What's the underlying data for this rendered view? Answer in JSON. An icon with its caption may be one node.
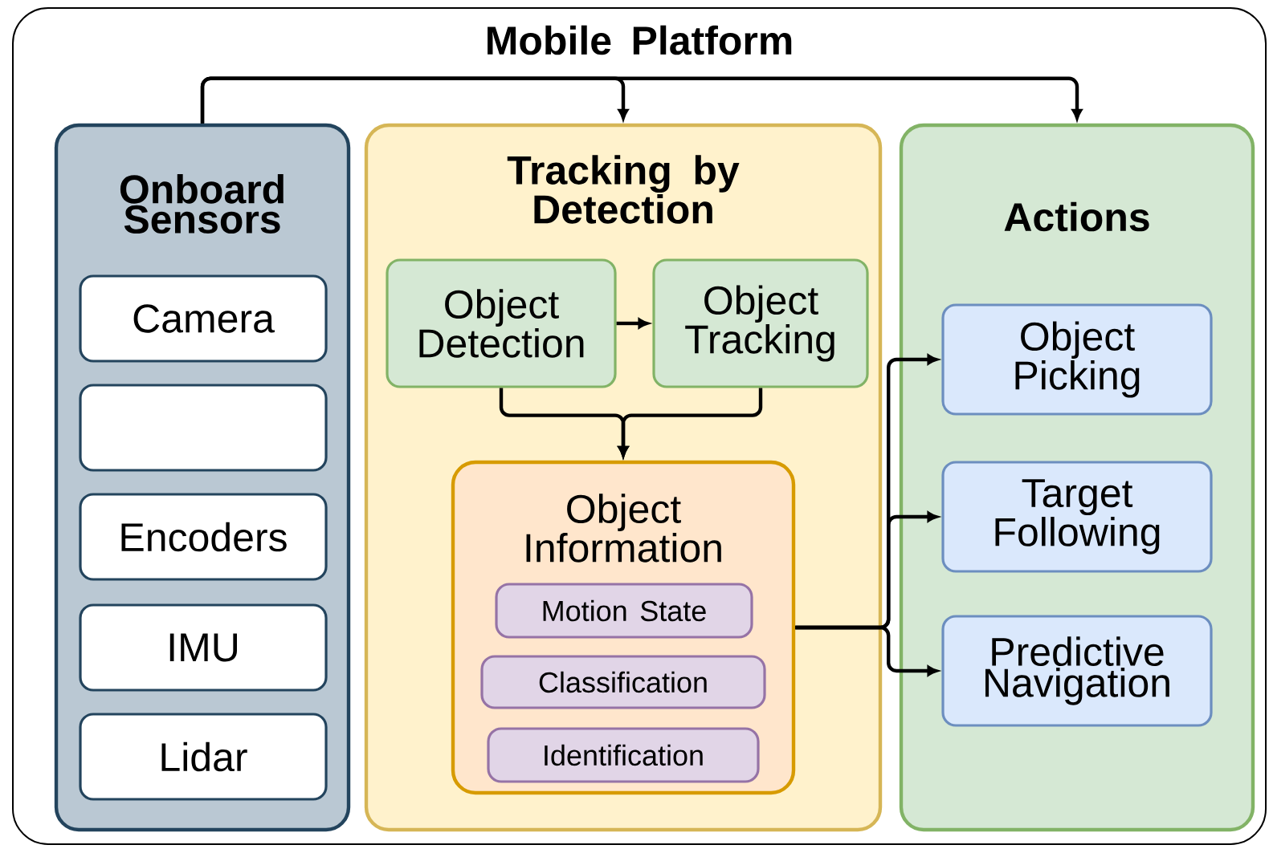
{
  "diagram": {
    "nodes": [
      {
        "text": [
          "Mobile Platform"
        ]
      },
      {
        "text": [
          "Onboard Sensors"
        ],
        "in": 0
      },
      {
        "text": [
          "Camera"
        ],
        "in": 1
      },
      {
        "text": [],
        "shape": "box",
        "in": 1
      },
      {
        "text": [
          "Encoders"
        ],
        "in": 1
      },
      {
        "text": [
          "IMU"
        ],
        "in": 1
      },
      {
        "text": [
          "Lidar"
        ],
        "in": 1
      },
      {
        "text": [
          "Tracking by Detection"
        ],
        "in": 0
      },
      {
        "text": [
          "Object Detection"
        ],
        "in": 7
      },
      {
        "text": [
          "Object Tracking"
        ],
        "in": 7
      },
      {
        "text": [
          "Object Information"
        ],
        "in": 7
      },
      {
        "text": [
          "Motion State"
        ],
        "in": 10
      },
      {
        "text": [
          "Classification"
        ],
        "in": 10
      },
      {
        "text": [
          "Identification"
        ],
        "in": 10
      },
      {
        "text": [
          "Actions"
        ],
        "in": 0
      },
      {
        "text": [
          "Object Picking"
        ],
        "in": 14
      },
      {
        "text": [
          "Target Following"
        ],
        "in": 14
      },
      {
        "text": [
          "Predictive Navigation"
        ],
        "in": 14
      }
    ],
    "edges": [
      {
        "from": 1,
        "to": 7,
        "arrow": "to"
      },
      {
        "from": 1,
        "to": 14,
        "arrow": "to"
      },
      {
        "from": 8,
        "to": 9,
        "arrow": "to"
      },
      {
        "from": 8,
        "to": 10,
        "arrow": "to"
      },
      {
        "from": 9,
        "to": 10,
        "arrow": "to"
      },
      {
        "from": 10,
        "to": 15,
        "arrow": "to"
      },
      {
        "from": 10,
        "to": 16,
        "arrow": "to"
      },
      {
        "from": 10,
        "to": 17,
        "arrow": "to"
      }
    ]
  }
}
